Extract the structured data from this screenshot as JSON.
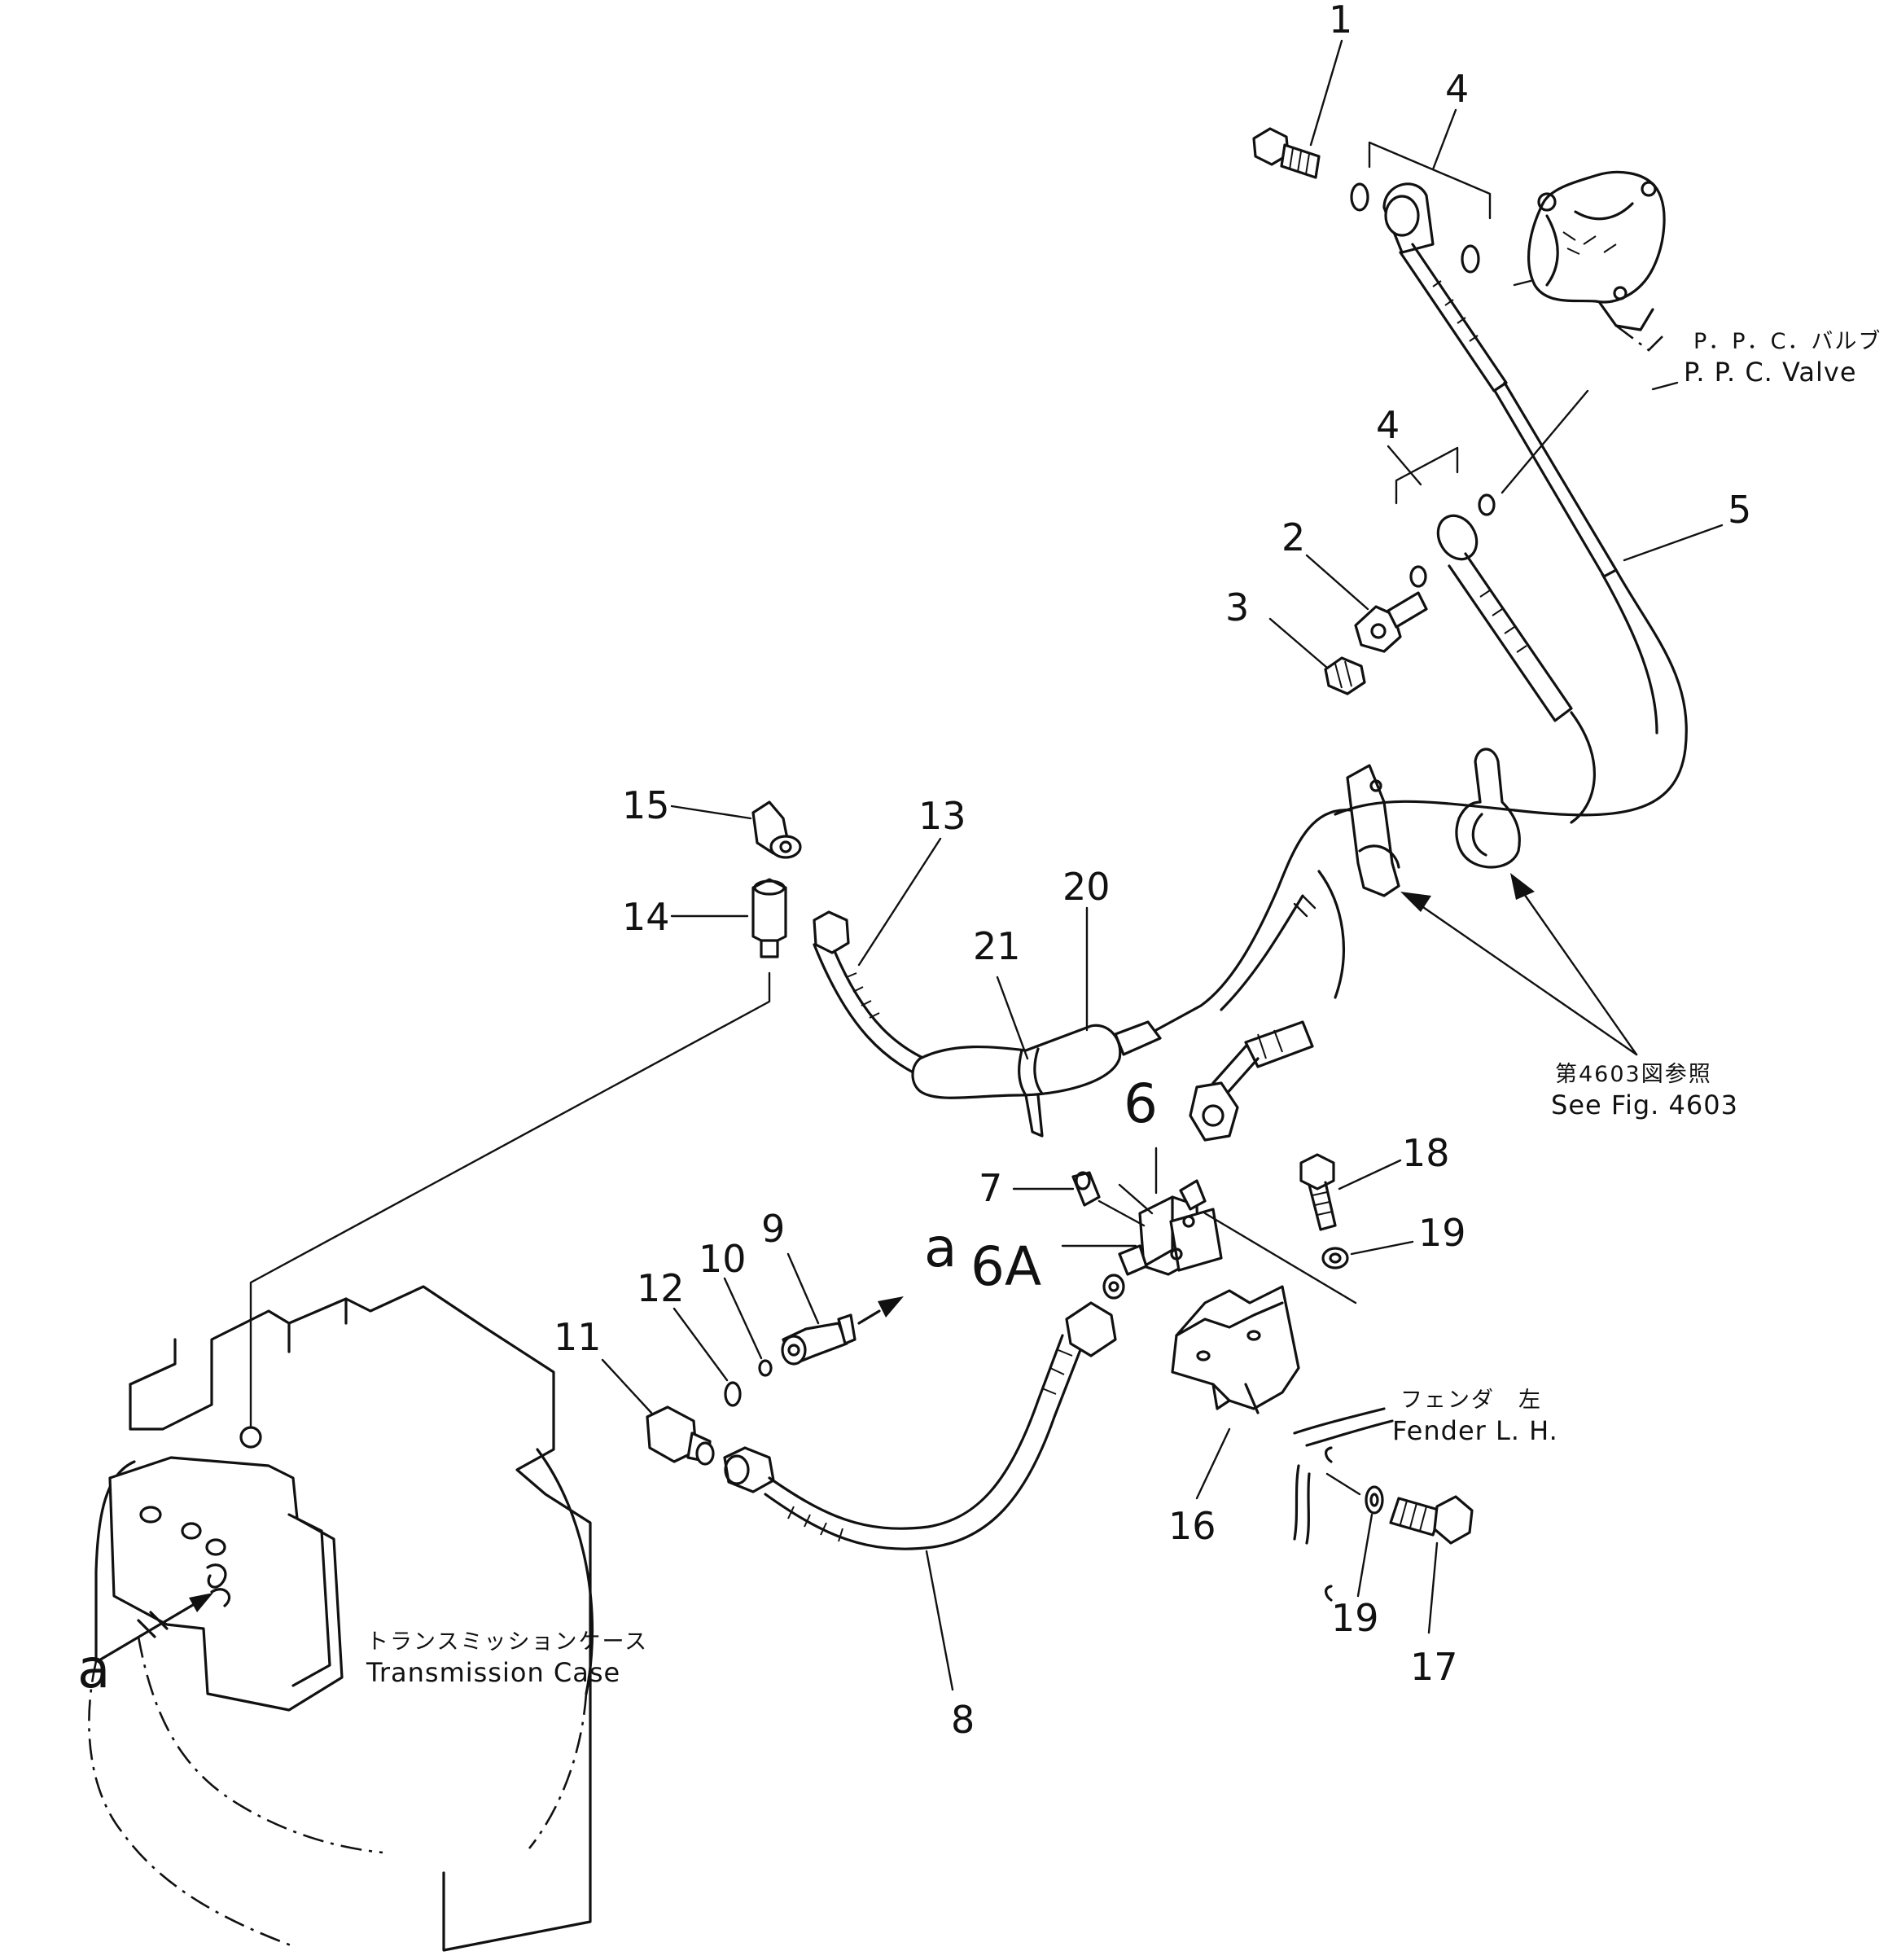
{
  "callouts": {
    "c1": "1",
    "c2": "2",
    "c3": "3",
    "c4a": "4",
    "c4b": "4",
    "c5": "5",
    "c6": "6",
    "c6A": "6A",
    "c7": "7",
    "c8": "8",
    "c9": "9",
    "c10": "10",
    "c11": "11",
    "c12": "12",
    "c13": "13",
    "c14": "14",
    "c15": "15",
    "c16": "16",
    "c17": "17",
    "c18": "18",
    "c19a": "19",
    "c19b": "19",
    "c20": "20",
    "c21": "21",
    "a_left": "a",
    "a_mid": "a"
  },
  "labels": {
    "ppc_jp": "P．P．C．バルブ",
    "ppc_en": "P. P. C.  Valve",
    "see_fig_jp": "第4603図参照",
    "see_fig_en": "See  Fig.  4603",
    "fender_jp": "フェンダ　左",
    "fender_en": "Fender  L. H.",
    "trans_jp": "トランスミッションケース",
    "trans_en": "Transmission  Case"
  }
}
